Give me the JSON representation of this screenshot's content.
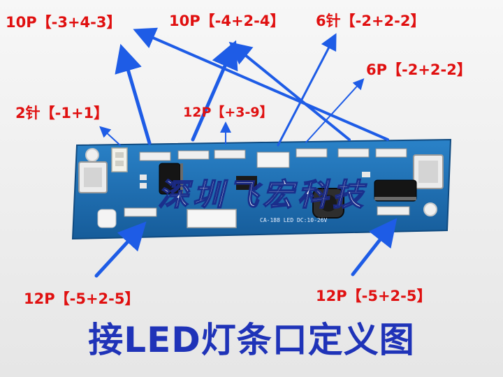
{
  "labels": {
    "l10p_left": "10P【-3+4-3】",
    "l10p_mid": "10P【-4+2-4】",
    "l6pin": "6针【-2+2-2】",
    "l6p": "6P【-2+2-2】",
    "l2pin": "2针【-1+1】",
    "l12p_top": "12P【+3-9】",
    "l12p_bl": "12P【-5+2-5】",
    "l12p_br": "12P【-5+2-5】"
  },
  "board": {
    "silkscreen": "CA-188 LED DC:10-26V",
    "watermark": "深圳飞宏科技"
  },
  "title": "接LED灯条口定义图",
  "colors": {
    "board": "#1b6fb3",
    "arrow": "#1e5ce6",
    "label": "#e01010",
    "title": "#1f33b8"
  }
}
